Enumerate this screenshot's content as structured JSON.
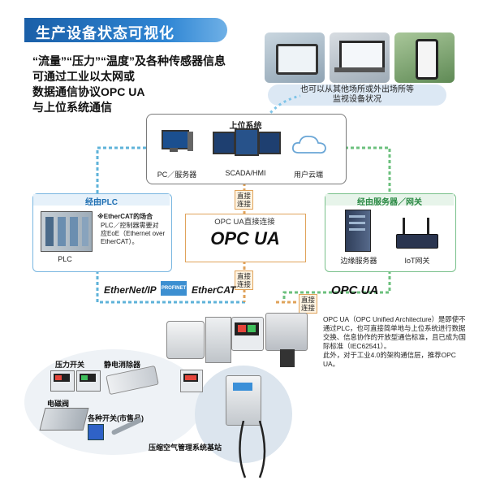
{
  "banner": {
    "title": "生产设备状态可视化"
  },
  "intro": {
    "text": "“流量”“压力”“温度”及各种传感器信息\n可通过工业以太网或\n数据通信协议OPC UA\n与上位系统通信"
  },
  "remote": {
    "caption": "也可以从其他场所或外出场所等\n监视设备状况"
  },
  "upper_system": {
    "title": "上位系统",
    "items": [
      "PC／服务器",
      "SCADA/HMI",
      "用户云端"
    ]
  },
  "plc_panel": {
    "title": "经由PLC",
    "device_label": "PLC",
    "note_title": "※EtherCAT的场合",
    "note_body": "PLC／控制器需要对\n应EoE（Ethernet over\nEtherCAT）。"
  },
  "gateway_panel": {
    "title": "经由服务器／网关",
    "items": [
      "边缘服务器",
      "IoT网关"
    ]
  },
  "opc_center": {
    "title": "OPC UA直接连接",
    "logo": "OPC UA"
  },
  "direct_tags": [
    "直接\n连接",
    "直接\n连接",
    "直接\n连接"
  ],
  "protocols": [
    "EtherNet/IP",
    "PROFINET",
    "EtherCAT",
    "OPC UA"
  ],
  "devices": {
    "pressure_switch": "压力开关",
    "static_eliminator": "静电消除器",
    "solenoid_valve": "电磁阀",
    "various_switch": "各种开关(市售品)",
    "base_unit": "压缩空气管理系统基站"
  },
  "description": "OPC UA（OPC Unified Architecture）是即使不通过PLC，也可直接简单地与上位系统进行数据交换、信息协作的开放型通信标准，且已成为国际标准（IEC62541）。\n此外，对于工业4.0的架构通信层，推荐OPC UA。",
  "colors": {
    "banner": "#2372c2",
    "plc_border": "#79b6e0",
    "gateway_border": "#78c08a",
    "opc_border": "#e0a35b"
  }
}
